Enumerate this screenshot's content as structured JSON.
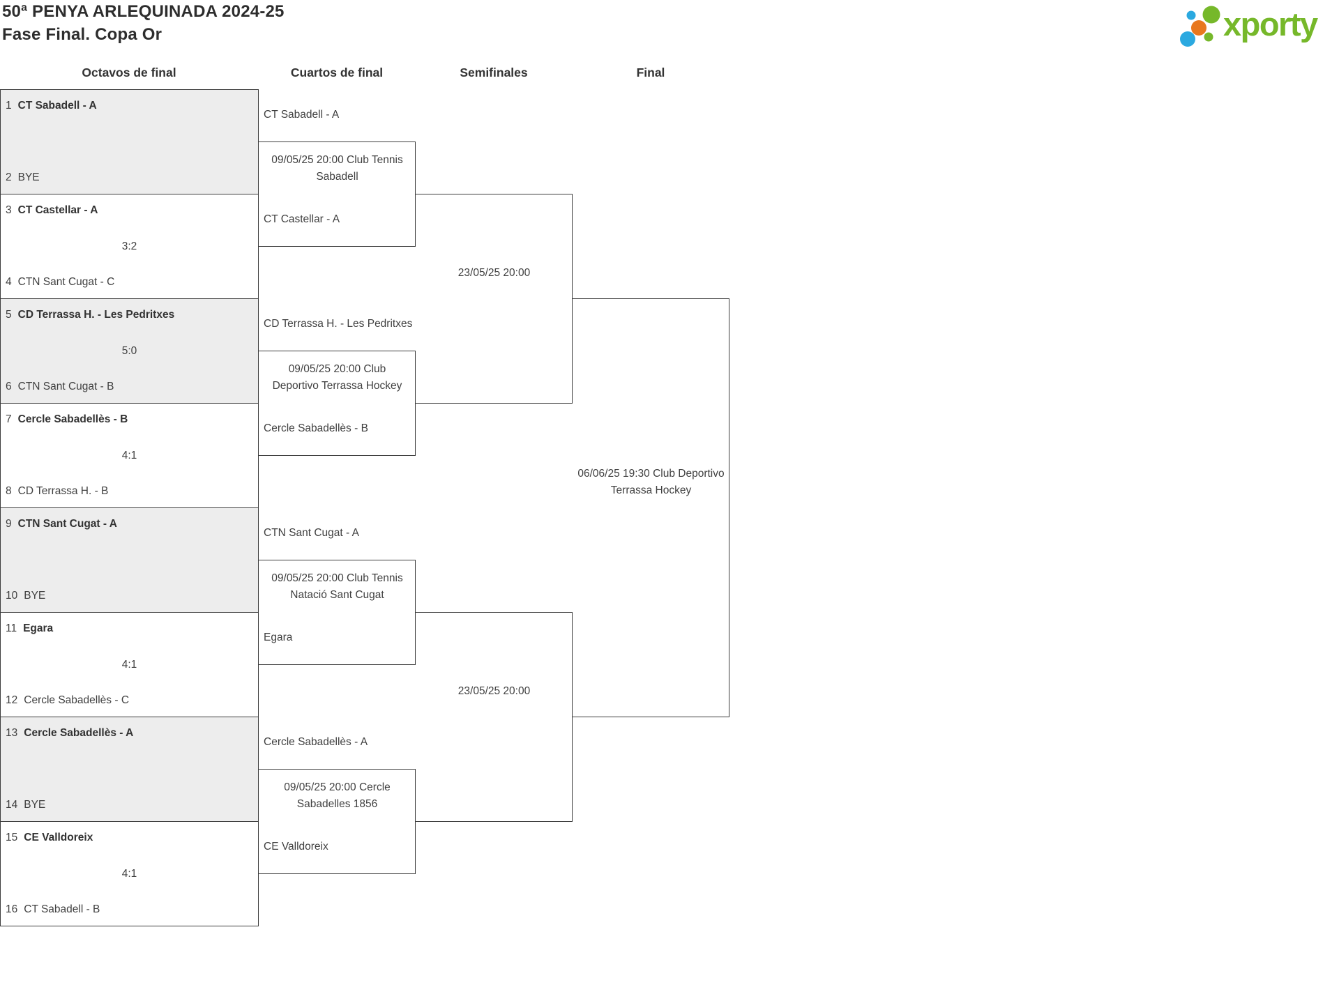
{
  "header": {
    "title_line1": "50ª PENYA ARLEQUINADA 2024-25",
    "title_line2": "Fase Final. Copa Or",
    "logo_text": "xporty"
  },
  "columns": {
    "octavos": "Octavos de final",
    "cuartos": "Cuartos de final",
    "semifinales": "Semifinales",
    "final": "Final"
  },
  "bracket": {
    "octavos": [
      {
        "seed1": "1",
        "team1": "CT Sabadell - A",
        "score": "",
        "seed2": "2",
        "team2": "BYE"
      },
      {
        "seed1": "3",
        "team1": "CT Castellar - A",
        "score": "3:2",
        "seed2": "4",
        "team2": "CTN Sant Cugat - C"
      },
      {
        "seed1": "5",
        "team1": "CD Terrassa H. - Les Pedritxes",
        "score": "5:0",
        "seed2": "6",
        "team2": "CTN Sant Cugat - B"
      },
      {
        "seed1": "7",
        "team1": "Cercle Sabadellès - B",
        "score": "4:1",
        "seed2": "8",
        "team2": "CD Terrassa H. - B"
      },
      {
        "seed1": "9",
        "team1": "CTN Sant Cugat - A",
        "score": "",
        "seed2": "10",
        "team2": "BYE"
      },
      {
        "seed1": "11",
        "team1": "Egara",
        "score": "4:1",
        "seed2": "12",
        "team2": "Cercle Sabadellès - C"
      },
      {
        "seed1": "13",
        "team1": "Cercle Sabadellès - A",
        "score": "",
        "seed2": "14",
        "team2": "BYE"
      },
      {
        "seed1": "15",
        "team1": "CE Valldoreix",
        "score": "4:1",
        "seed2": "16",
        "team2": "CT Sabadell - B"
      }
    ],
    "cuartos": [
      {
        "team1": "CT Sabadell - A",
        "team2": "CT Castellar - A",
        "info": "09/05/25 20:00 Club Tennis Sabadell"
      },
      {
        "team1": "CD Terrassa H. - Les Pedritxes",
        "team2": "Cercle Sabadellès - B",
        "info": "09/05/25 20:00 Club Deportivo Terrassa Hockey"
      },
      {
        "team1": "CTN Sant Cugat - A",
        "team2": "Egara",
        "info": "09/05/25 20:00 Club Tennis Natació Sant Cugat"
      },
      {
        "team1": "Cercle Sabadellès - A",
        "team2": "CE Valldoreix",
        "info": "09/05/25 20:00 Cercle Sabadelles 1856"
      }
    ],
    "semifinales": [
      {
        "info": "23/05/25 20:00"
      },
      {
        "info": "23/05/25 20:00"
      }
    ],
    "final": {
      "info": "06/06/25 19:30 Club Deportivo Terrassa Hockey"
    }
  },
  "colors": {
    "logo_green": "#76b82a",
    "logo_blue": "#2ba9e0",
    "logo_orange": "#e8781e",
    "shaded_match_bg": "#ededed",
    "border": "#3b3b3b",
    "text": "#3f3f3f"
  }
}
